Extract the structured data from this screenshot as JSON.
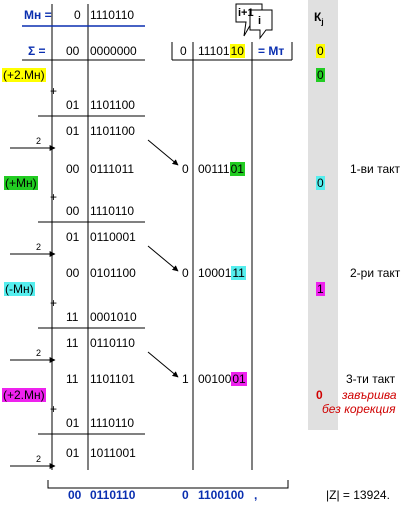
{
  "colors": {
    "blue": "#0a2fb0",
    "yellow": "#ffff00",
    "green": "#22cc22",
    "cyan": "#55eeee",
    "magenta": "#ee22ee",
    "gray_column": "#e0e0e0",
    "red": "#d00000"
  },
  "header": {
    "mn_label": "Мн =",
    "mn_sign": "0",
    "mn_bits": "1110110",
    "sum_label": "Σ =",
    "sum_sign": "00",
    "sum_bits": "0000000",
    "mt_sign": "0",
    "mt_bits_a": "11101",
    "mt_bits_b": "10",
    "mt_label": "= Мт",
    "callout_i1": "i+1",
    "callout_i": "i",
    "kj_label": "К",
    "kj_sub": "j",
    "kj_initial": "0"
  },
  "ops": {
    "plus2mn": "(+2.Мн)",
    "plusmn": "(+Мн)",
    "minusmn": "(-Мн)",
    "plus2mn_b": "(+2.Мн)",
    "plus": "+",
    "shift": "2"
  },
  "rows": {
    "r1": {
      "s": "01",
      "b": "1101100"
    },
    "r2": {
      "s": "01",
      "b": "1101100"
    },
    "r3": {
      "s": "00",
      "b": "0111011"
    },
    "r4": {
      "s": "00",
      "b": "1110110"
    },
    "r5": {
      "s": "01",
      "b": "0110001"
    },
    "r6": {
      "s": "00",
      "b": "0101100"
    },
    "r7": {
      "s": "11",
      "b": "0001010"
    },
    "r8": {
      "s": "11",
      "b": "0110110"
    },
    "r9": {
      "s": "11",
      "b": "1101101"
    },
    "r10": {
      "s": "01",
      "b": "1110110"
    },
    "r11": {
      "s": "01",
      "b": "1011001"
    }
  },
  "mult": {
    "m1": {
      "s": "0",
      "a": "00111",
      "h": "01"
    },
    "m2": {
      "s": "0",
      "a": "10001",
      "h": "11"
    },
    "m3": {
      "s": "1",
      "a": "00100",
      "h": "01"
    }
  },
  "kj": [
    "0",
    "0",
    "1",
    "0"
  ],
  "steps": {
    "t1": "1-ви такт",
    "t2": "2-ри такт",
    "t3": "3-ти такт",
    "note1": "завършва",
    "note2": "без корекция"
  },
  "result": {
    "sum_sign": "00",
    "sum_bits": "0110110",
    "mt_sign": "0",
    "mt_bits": "1100100",
    "comma": ",",
    "z_label": "|Z| = 13924."
  }
}
